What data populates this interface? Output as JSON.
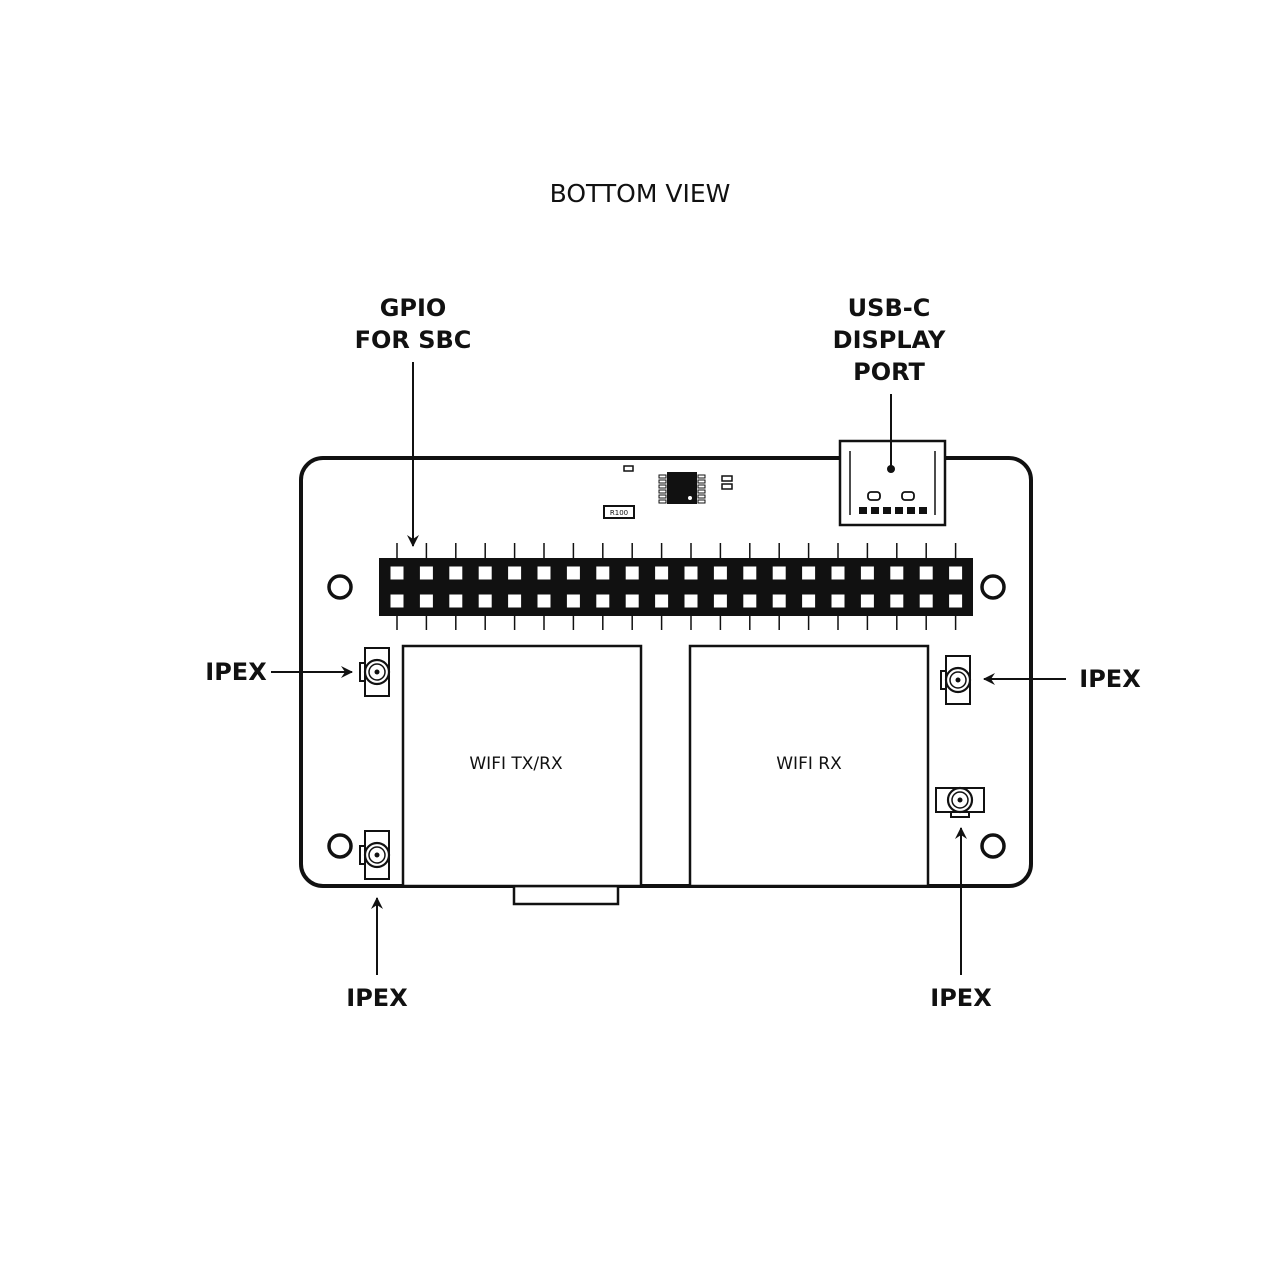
{
  "title": "BOTTOM VIEW",
  "colors": {
    "ink": "#111111",
    "background": "#ffffff"
  },
  "callouts": {
    "gpio": [
      "GPIO",
      "FOR SBC"
    ],
    "usb": [
      "USB-C",
      "DISPLAY",
      "PORT"
    ],
    "ipex_left_top": "IPEX",
    "ipex_right_top": "IPEX",
    "ipex_left_bottom": "IPEX",
    "ipex_right_bottom": "IPEX"
  },
  "modules": {
    "left": "WIFI TX/RX",
    "right": "WIFI RX"
  },
  "components": {
    "resistor_marking": "R100"
  },
  "gpio_header": {
    "columns": 20,
    "rows": 2
  }
}
